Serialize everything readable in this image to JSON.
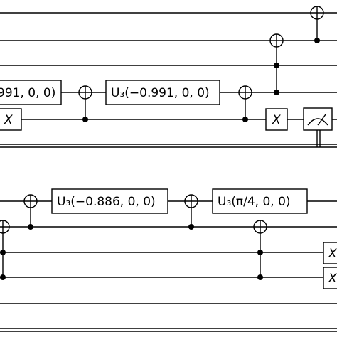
{
  "circuit": {
    "rows": [
      {
        "gates": [
          {
            "type": "u3",
            "label": "991, 0, 0)"
          },
          {
            "type": "cnot"
          },
          {
            "type": "u3",
            "label": "U₃(−0.991, 0, 0)"
          },
          {
            "type": "cnot"
          },
          {
            "type": "cnot"
          },
          {
            "type": "cnot"
          },
          {
            "type": "x",
            "label": "X"
          },
          {
            "type": "x",
            "label": "X"
          },
          {
            "type": "measure"
          }
        ]
      },
      {
        "gates": [
          {
            "type": "cnot"
          },
          {
            "type": "cnot"
          },
          {
            "type": "u3",
            "label": "U₃(−0.886, 0, 0)"
          },
          {
            "type": "cnot"
          },
          {
            "type": "u3",
            "label": "U₃(π/4, 0, 0)"
          },
          {
            "type": "cnot"
          },
          {
            "type": "x",
            "label": "X"
          },
          {
            "type": "x",
            "label": "X"
          }
        ]
      }
    ]
  }
}
